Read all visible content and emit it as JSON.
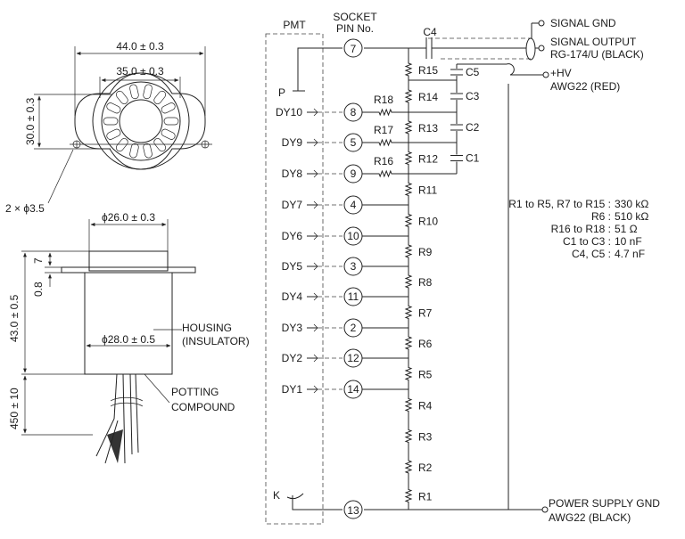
{
  "top_view": {
    "width_outer": "44.0 ± 0.3",
    "width_inner": "35.0 ± 0.3",
    "height": "30.0 ± 0.3",
    "holes": "2 × ϕ3.5"
  },
  "side_view": {
    "top_diameter": "ϕ26.0 ± 0.3",
    "dim_7": "7",
    "dim_08": "0.8",
    "height": "43.0 ± 0.5",
    "body_diameter": "ϕ28.0 ± 0.5",
    "lead_length": "450 ± 10",
    "housing_line1": "HOUSING",
    "housing_line2": "(INSULATOR)",
    "potting_line1": "POTTING",
    "potting_line2": "COMPOUND"
  },
  "circuit": {
    "pmt_label": "PMT",
    "socket_line1": "SOCKET",
    "socket_line2": "PIN No.",
    "plate": "P",
    "cathode": "K",
    "electrodes": [
      {
        "name": "DY10",
        "pin": "8"
      },
      {
        "name": "DY9",
        "pin": "5"
      },
      {
        "name": "DY8",
        "pin": "9"
      },
      {
        "name": "DY7",
        "pin": "4"
      },
      {
        "name": "DY6",
        "pin": "10"
      },
      {
        "name": "DY5",
        "pin": "3"
      },
      {
        "name": "DY4",
        "pin": "11"
      },
      {
        "name": "DY3",
        "pin": "2"
      },
      {
        "name": "DY2",
        "pin": "12"
      },
      {
        "name": "DY1",
        "pin": "14"
      }
    ],
    "anode_pin": "7",
    "cathode_pin": "13",
    "chain_resistors": [
      "R15",
      "R14",
      "R13",
      "R12",
      "R11",
      "R10",
      "R9",
      "R8",
      "R7",
      "R6",
      "R5",
      "R4",
      "R3",
      "R2",
      "R1"
    ],
    "damping_resistors": [
      "R18",
      "R17",
      "R16"
    ],
    "capacitors": [
      "C4",
      "C5",
      "C3",
      "C2",
      "C1"
    ],
    "signal_gnd": "SIGNAL GND",
    "signal_output_line1": "SIGNAL OUTPUT",
    "signal_output_line2": "RG-174/U (BLACK)",
    "hv_line1": "+HV",
    "hv_line2": "AWG22 (RED)",
    "power_gnd_line1": "POWER SUPPLY GND",
    "power_gnd_line2": "AWG22 (BLACK)",
    "values": [
      {
        "name": "R1 to R5, R7 to R15 :",
        "value": "330 kΩ"
      },
      {
        "name": "R6 :",
        "value": "510 kΩ"
      },
      {
        "name": "R16 to R18 :",
        "value": "51 Ω"
      },
      {
        "name": "C1 to C3 :",
        "value": "10 nF"
      },
      {
        "name": "C4, C5 :",
        "value": "4.7 nF"
      }
    ]
  }
}
